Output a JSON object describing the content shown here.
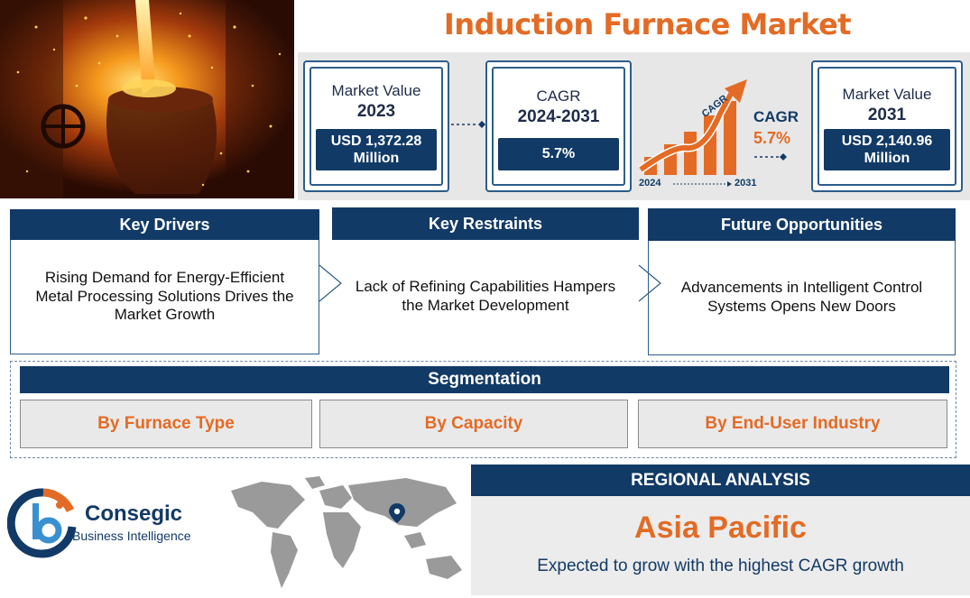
{
  "header": {
    "title": "Induction Furnace Market"
  },
  "stats": {
    "mv2023": {
      "label": "Market Value",
      "year": "2023",
      "value": "USD 1,372.28 Million"
    },
    "cagr": {
      "label": "CAGR",
      "period": "2024-2031",
      "value": "5.7%"
    },
    "mv2031": {
      "label": "Market Value",
      "year": "2031",
      "value": "USD 2,140.96 Million"
    }
  },
  "cagr_graphic": {
    "arrow_label": "CAGR",
    "label": "CAGR",
    "value": "5.7%",
    "start_year": "2024",
    "end_year": "2031"
  },
  "sections": [
    {
      "title": "Key Drivers",
      "text": "Rising Demand for Energy-Efficient Metal Processing Solutions Drives the Market Growth"
    },
    {
      "title": "Key Restraints",
      "text": "Lack of Refining Capabilities Hampers the Market Development"
    },
    {
      "title": "Future Opportunities",
      "text": "Advancements in Intelligent Control Systems Opens New Doors"
    }
  ],
  "segmentation": {
    "title": "Segmentation",
    "items": [
      "By Furnace Type",
      "By Capacity",
      "By End-User Industry"
    ]
  },
  "brand": {
    "name": "Consegic",
    "tagline": "Business Intelligence"
  },
  "regional": {
    "title": "REGIONAL ANALYSIS",
    "region": "Asia Pacific",
    "note": "Expected to grow with the highest CAGR growth"
  },
  "colors": {
    "navy": "#123a66",
    "orange": "#e36b25",
    "panel": "#e7e7e7"
  }
}
